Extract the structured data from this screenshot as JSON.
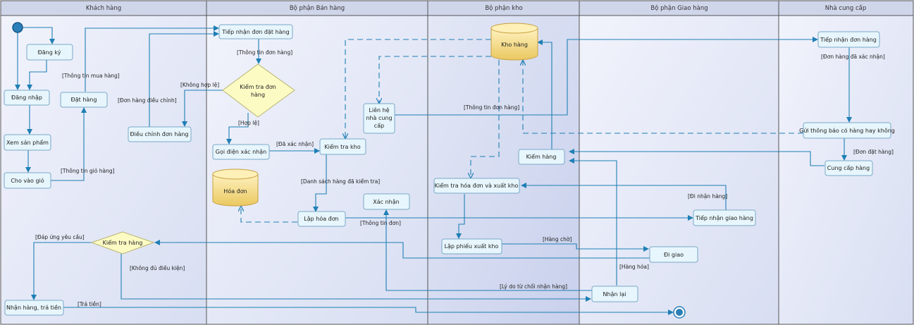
{
  "lanes": [
    {
      "id": "customer",
      "title": "Khách hàng"
    },
    {
      "id": "sales",
      "title": "Bộ phận Bán hàng"
    },
    {
      "id": "warehouse",
      "title": "Bộ phận kho"
    },
    {
      "id": "delivery",
      "title": "Bộ phận Giao hàng"
    },
    {
      "id": "supplier",
      "title": "Nhà cung cấp"
    }
  ],
  "nodes": {
    "dang_ky": "Đăng ký",
    "dang_nhap": "Đăng nhập",
    "xem_san_pham": "Xem sản phẩm",
    "cho_vao_gio": "Cho vào giỏ",
    "dat_hang": "Đặt hàng",
    "kiem_tra_hang": "Kiểm tra hàng",
    "nhan_hang": "Nhận hàng, trả tiền",
    "tiep_nhan_don_dat_hang": "Tiếp nhận đơn đặt hàng",
    "kiem_tra_don_hang": [
      "Kiểm tra đơn",
      "hàng"
    ],
    "dieu_chinh_don_hang": "Điều chỉnh đơn hàng",
    "goi_dien_xac_nhan": "Gọi điện xác nhận",
    "kiem_tra_kho": "Kiểm tra kho",
    "hoa_don": "Hóa đơn",
    "lap_hoa_don": "Lập hóa đơn",
    "xac_nhan": "Xác nhận",
    "kho_hang": "Kho hàng",
    "lien_he_ncc": [
      "Liên hệ",
      "nhà cung",
      "cấp"
    ],
    "kiem_hang": "Kiểm hàng",
    "kiem_tra_hoa_don_xuat_kho": "Kiểm tra hóa đơn và xuất kho",
    "lap_phieu_xuat_kho": "Lập phiếu xuất kho",
    "tiep_nhan_giao_hang": "Tiếp nhận giao hàng",
    "di_giao": "Đi giao",
    "nhan_lai": "Nhận lại",
    "ncc_tiep_nhan_don_hang": "Tiếp nhận đơn hàng",
    "gui_thong_bao": "Gửi thông báo có hàng hay không",
    "cung_cap_hang": "Cung cấp hàng"
  },
  "edge_labels": {
    "thong_tin_mua_hang": "[Thông tin mua hàng]",
    "thong_tin_gio_hang": "[Thông tin giỏ hàng]",
    "don_hang_dieu_chinh": "[Đơn hàng điều chỉnh]",
    "dap_ung_yeu_cau": "[Đáp ứng yêu cầu]",
    "khong_du_dieu_kien": "[Không đủ điều kiện]",
    "tra_tien": "[Trả tiền]",
    "thong_tin_don_hang_sales": "[Thông tin đơn hàng]",
    "khong_hop_le": "[Không hợp lệ]",
    "hop_le": "[Hợp lệ]",
    "da_xac_nhan": "[Đã xác nhận]",
    "danh_sach_hang": "[Danh sách hàng đã kiểm tra]",
    "thong_tin_don_bill": "[Thông tin đơn]",
    "thong_tin_don_hang_kho": "[Thông tin đơn hàng]",
    "ly_do_tu_choi": "[Lý do từ chối nhận hàng]",
    "hang_cho": "[Hàng chờ]",
    "hang_hoa": "[Hàng hóa]",
    "di_nhan_hang": "[Đi nhận hàng]",
    "don_hang_da_xac_nhan": "[Đơn hàng đã xác nhận]",
    "don_dat_hang": "[Đơn đặt hàng]"
  },
  "colors": {
    "lane_header": "#c9d0e6",
    "lane_customer": "#e8ecf8",
    "lane_sales": "#edf0fa",
    "lane_warehouse": "#dfe4f4",
    "lane_delivery": "#e4e8f6",
    "lane_supplier": "#e8ecf8",
    "node_fill": "#e7f6fc",
    "node_stroke": "#7aa8c8",
    "decision_fill": "#fdfbc4",
    "decision_stroke": "#b8b470",
    "store_fill": "#f6dc8c",
    "store_stroke": "#c8a040",
    "edge": "#1f7fb5"
  }
}
